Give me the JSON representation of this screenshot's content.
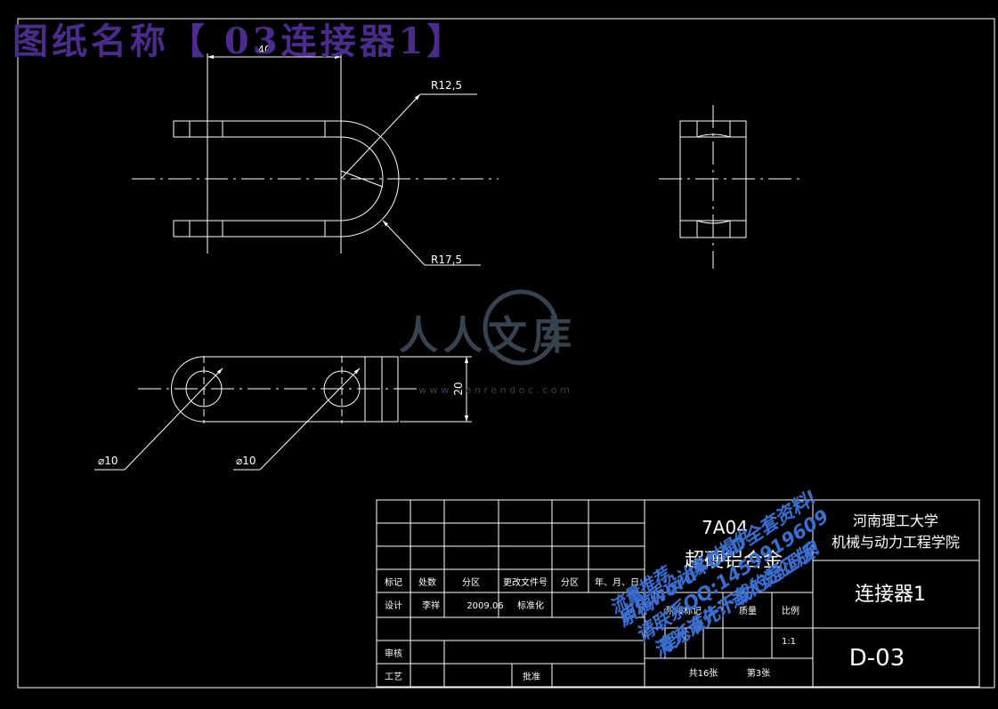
{
  "drawing_title": "图纸名称【 03连接器1】",
  "dimensions": {
    "top_width": "40",
    "inner_radius": "R12,5",
    "outer_radius": "R17,5",
    "hole_left": "⌀10",
    "hole_right": "⌀10",
    "height": "20"
  },
  "watermark": {
    "logo_text": "人人文库",
    "url": "w w w . r e n r e n d o c . c o m",
    "promo_line_1": "原稿word+CAD全套资料!",
    "promo_line_2": "请联系QQ:1459919609",
    "promo_line_3": "清光谁先下载的是正版!",
    "promo_line_4": "理系系计计通大说论联系",
    "promo_line_5": "由优质设计素材提供",
    "promo_line_6": "流量推荐"
  },
  "title_block": {
    "material_code": "7A04",
    "material_name": "超硬铝合金",
    "university": "河南理工大学",
    "college": "机械与动力工程学院",
    "part_name": "连接器1",
    "drawing_number": "D-03",
    "headers": [
      "标记",
      "处数",
      "分区",
      "更改文件号",
      "分区",
      "年、月、日"
    ],
    "design_label": "设计",
    "designer": "李祥",
    "design_date": "2009.06",
    "standardize_label": "标准化",
    "stage_label": "阶段标记",
    "mass_label": "质量",
    "scale_label": "比例",
    "scale_value": "1:1",
    "review_label": "审核",
    "process_label": "工艺",
    "approve_label": "批准",
    "total_sheets": "共16张",
    "sheet_no": "第3张"
  },
  "colors": {
    "background": "#000000",
    "lines": "#ffffff",
    "title_text": "#4b2c8c",
    "watermark_blue": "#3a6fd0",
    "logo_gray": "#4a5a6a"
  }
}
